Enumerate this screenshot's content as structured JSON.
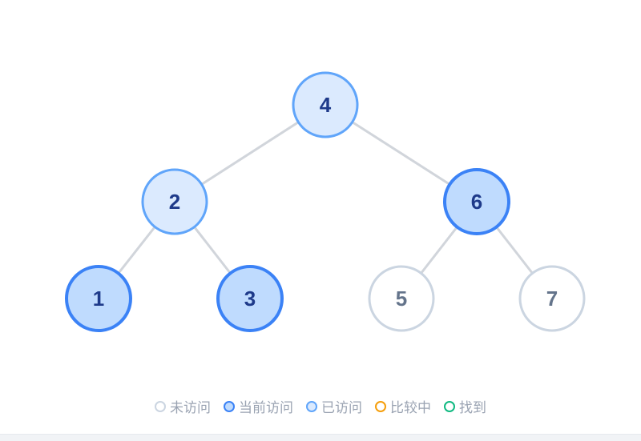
{
  "states": {
    "unvisited": {
      "label": "未访问",
      "fill": "#ffffff",
      "stroke": "#cbd5e1",
      "text": "#64748b",
      "stroke_width": 3
    },
    "current": {
      "label": "当前访问",
      "fill": "#bfdbfe",
      "stroke": "#3b82f6",
      "text": "#1e3a8a",
      "stroke_width": 4
    },
    "visited": {
      "label": "已访问",
      "fill": "#dbeafe",
      "stroke": "#60a5fa",
      "text": "#1e3a8a",
      "stroke_width": 3
    },
    "comparing": {
      "label": "比较中",
      "fill": "#ffffff",
      "stroke": "#f59e0b",
      "text": "#1e293b",
      "stroke_width": 3
    },
    "found": {
      "label": "找到",
      "fill": "#ffffff",
      "stroke": "#10b981",
      "text": "#1e293b",
      "stroke_width": 3
    }
  },
  "legend_order": [
    "unvisited",
    "current",
    "visited",
    "comparing",
    "found"
  ],
  "edge_color": "#d1d5db",
  "tree": {
    "nodes": [
      {
        "id": "n4",
        "value": "4",
        "state": "visited"
      },
      {
        "id": "n2",
        "value": "2",
        "state": "visited"
      },
      {
        "id": "n6",
        "value": "6",
        "state": "current"
      },
      {
        "id": "n1",
        "value": "1",
        "state": "current"
      },
      {
        "id": "n3",
        "value": "3",
        "state": "current"
      },
      {
        "id": "n5",
        "value": "5",
        "state": "unvisited"
      },
      {
        "id": "n7",
        "value": "7",
        "state": "unvisited"
      }
    ],
    "edges": [
      [
        "n4",
        "n2"
      ],
      [
        "n4",
        "n6"
      ],
      [
        "n2",
        "n1"
      ],
      [
        "n2",
        "n3"
      ],
      [
        "n6",
        "n5"
      ],
      [
        "n6",
        "n7"
      ]
    ]
  }
}
